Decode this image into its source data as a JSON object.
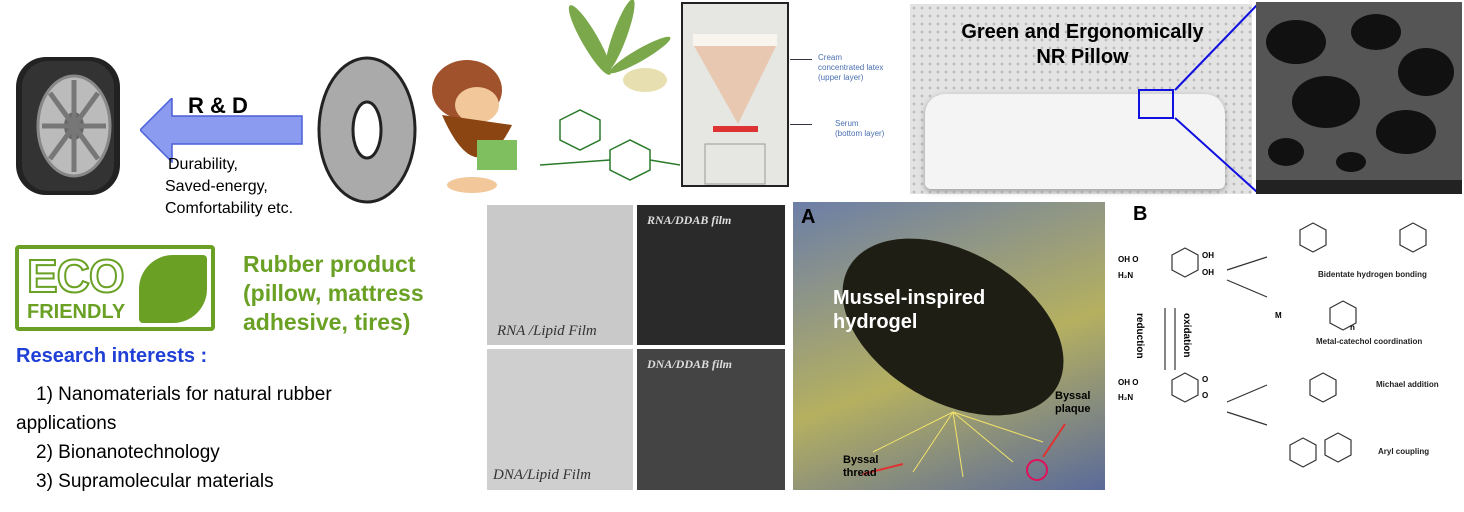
{
  "rd": {
    "title": "R & D",
    "benefits": [
      "Durability,",
      "Saved-energy,",
      "Comfortability etc."
    ]
  },
  "latex": {
    "upper": [
      "Cream",
      "concentrated latex",
      "(upper layer)"
    ],
    "lower": [
      "Serum",
      "(bottom layer)"
    ]
  },
  "pillow": {
    "title": [
      "Green and Ergonomically",
      "NR Pillow"
    ]
  },
  "eco": {
    "logo_text": [
      "ECO",
      "FRIENDLY"
    ]
  },
  "product": {
    "lines": [
      "Rubber product",
      "(pillow, mattress",
      "adhesive, tires)"
    ]
  },
  "research": {
    "heading": "Research interests :",
    "items": [
      "1) Nanomaterials for natural rubber",
      "applications",
      "2) Bionanotechnology",
      "3) Supramolecular materials"
    ]
  },
  "films": {
    "rna_lipid": "RNA /Lipid Film",
    "rna_ddab": "RNA/DDAB film",
    "dna_lipid": "DNA/Lipid Film",
    "dna_ddab": "DNA/DDAB film"
  },
  "mussel": {
    "panel": "A",
    "title": [
      "Mussel-inspired",
      "hydrogel"
    ],
    "plaque": [
      "Byssal",
      "plaque"
    ],
    "thread": [
      "Byssal",
      "thread"
    ]
  },
  "chem": {
    "panel": "B",
    "reduction": "reduction",
    "oxidation": "oxidation",
    "labels": [
      "Bidentate hydrogen bonding",
      "Metal-catechol coordination",
      "Michael addition",
      "Aryl coupling"
    ]
  },
  "colors": {
    "accent_blue": "#1f3fd6",
    "eco_green": "#6aa125",
    "arrow_blue": "#8b9cf0"
  }
}
